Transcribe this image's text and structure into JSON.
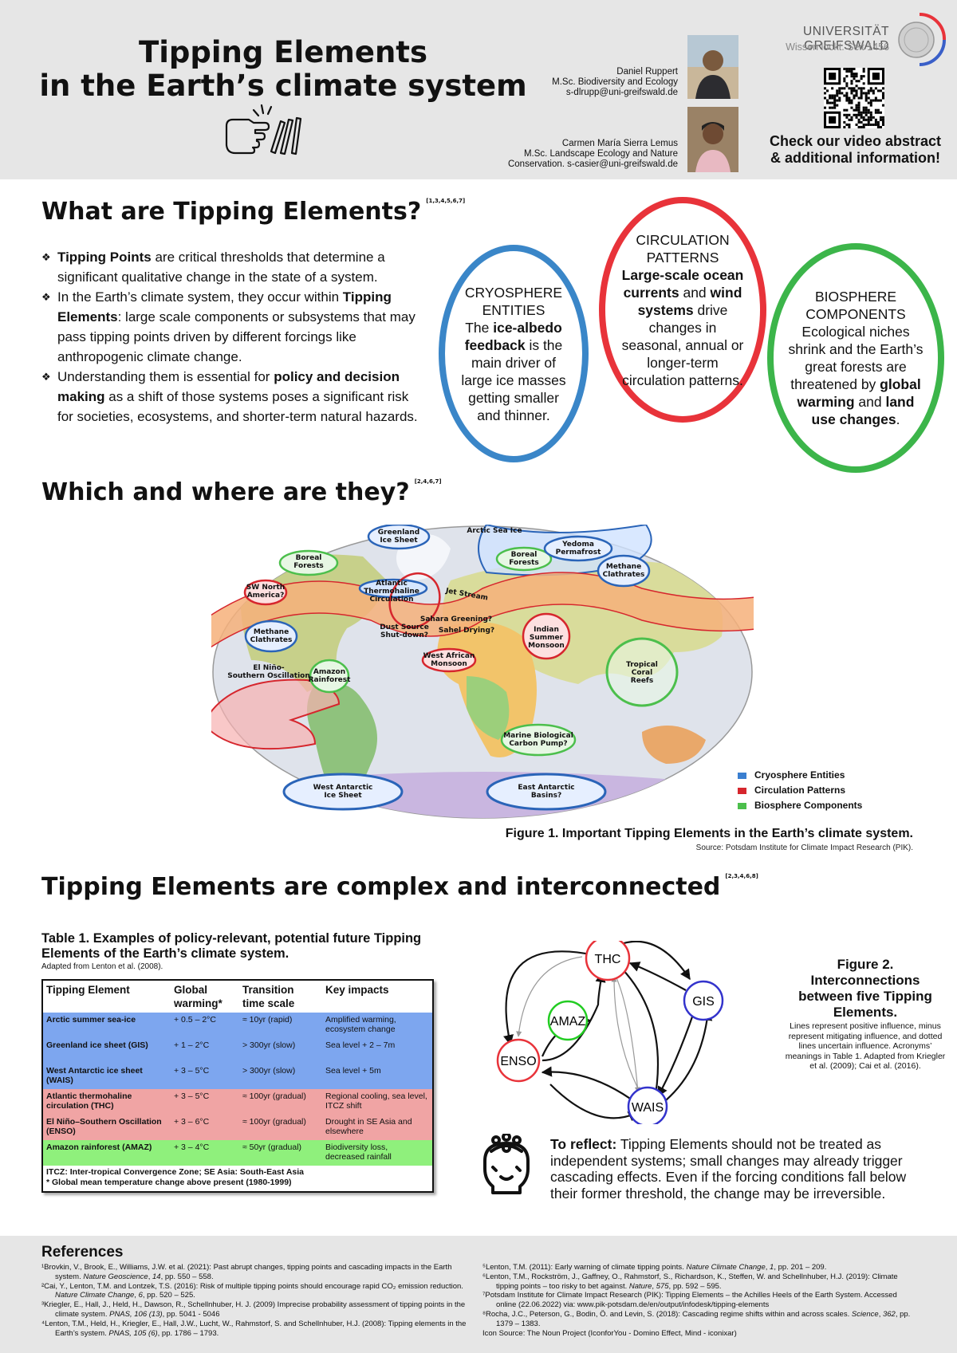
{
  "header": {
    "title_line1": "Tipping Elements",
    "title_line2": "in the Earth’s climate system",
    "icon": "domino-effect-icon",
    "authors": [
      {
        "name": "Daniel Ruppert",
        "program": "M.Sc. Biodiversity and Ecology",
        "email": "s-dlrupp@uni-greifswald.de"
      },
      {
        "name": "Carmen María Sierra Lemus",
        "program": "M.Sc. Landscape Ecology and Nature",
        "email": "Conservation. s-casier@uni-greifswald.de"
      }
    ],
    "university": "UNIVERSITÄT GREIFSWALD",
    "motto": "Wissen lockt. Seit 1456",
    "qr_note_line1": "Check our video abstract",
    "qr_note_line2": "& additional information!"
  },
  "section1": {
    "heading": "What are Tipping Elements?",
    "refs": "[1,3,4,5,6,7]",
    "bullets": [
      {
        "parts": [
          {
            "t": "Tipping Points",
            "b": true
          },
          {
            "t": " are critical thresholds that determine a significant qualitative change in the state of a system.",
            "b": false
          }
        ]
      },
      {
        "parts": [
          {
            "t": "In the Earth’s climate system, they occur within ",
            "b": false
          },
          {
            "t": "Tipping Elements",
            "b": true
          },
          {
            "t": ": large scale components or subsystems that may pass tipping points driven by different forcings like anthropogenic climate change.",
            "b": false
          }
        ]
      },
      {
        "parts": [
          {
            "t": "Understanding them is essential for ",
            "b": false
          },
          {
            "t": "policy and decision making",
            "b": true
          },
          {
            "t": " as a shift of those systems poses a significant risk for societies, ecosystems, and shorter-term natural hazards.",
            "b": false
          }
        ]
      }
    ],
    "ovals": [
      {
        "title": "CRYOSPHERE ENTITIES",
        "color": "#3a86c8",
        "parts": [
          {
            "t": "The ",
            "b": false
          },
          {
            "t": "ice-albedo feedback",
            "b": true
          },
          {
            "t": " is the main driver of large ice masses getting smaller and thinner.",
            "b": false
          }
        ]
      },
      {
        "title": "CIRCULATION PATTERNS",
        "color": "#e8333a",
        "parts": [
          {
            "t": "Large-scale ocean currents",
            "b": true
          },
          {
            "t": " and ",
            "b": false
          },
          {
            "t": "wind systems",
            "b": true
          },
          {
            "t": " drive changes in seasonal, annual or longer-term circulation patterns.",
            "b": false
          }
        ]
      },
      {
        "title": "BIOSPHERE COMPONENTS",
        "color": "#3cb54a",
        "parts": [
          {
            "t": "Ecological niches shrink and the Earth’s great forests are threatened by ",
            "b": false
          },
          {
            "t": "global warming",
            "b": true
          },
          {
            "t": " and ",
            "b": false
          },
          {
            "t": "land use changes",
            "b": true
          },
          {
            "t": ".",
            "b": false
          }
        ]
      }
    ]
  },
  "section2": {
    "heading": "Which and where are they?",
    "refs": "[2,4,6,7]",
    "map_labels": {
      "arctic": "Arctic Sea Ice",
      "greenland": [
        "Greenland",
        "Ice Sheet"
      ],
      "boreal1": [
        "Boreal",
        "Forests"
      ],
      "boreal2": [
        "Boreal",
        "Forests"
      ],
      "yedoma": [
        "Yedoma",
        "Permafrost"
      ],
      "methane1": [
        "Methane",
        "Clathrates"
      ],
      "methane2": [
        "Methane",
        "Clathrates"
      ],
      "swna": [
        "SW North",
        "America?"
      ],
      "amoc": [
        "Atlantic",
        "Thermohaline",
        "Circulation"
      ],
      "jet": "Jet Stream",
      "sahara": "Sahara Greening?",
      "sahel": "Sahel Drying?",
      "dust": [
        "Dust Source",
        "Shut-down?"
      ],
      "wam": [
        "West African",
        "Monsoon"
      ],
      "ism": [
        "Indian",
        "Summer",
        "Monsoon"
      ],
      "enso": [
        "El Niño-",
        "Southern Oscillation"
      ],
      "amazon": [
        "Amazon",
        "Rainforest"
      ],
      "coral": [
        "Tropical",
        "Coral",
        "Reefs"
      ],
      "marine": [
        "Marine Biological",
        "Carbon Pump?"
      ],
      "wais": [
        "West Antarctic",
        "Ice Sheet"
      ],
      "eais": [
        "East Antarctic",
        "Basins?"
      ]
    },
    "legend": [
      {
        "label": "Cryosphere Entities",
        "color": "#3a7fd0"
      },
      {
        "label": "Circulation Patterns",
        "color": "#d6262d"
      },
      {
        "label": "Biosphere Components",
        "color": "#4cbf4c"
      }
    ],
    "caption": "Figure 1. Important Tipping Elements in the Earth’s climate system.",
    "source": "Source: Potsdam Institute for Climate Impact Research (PIK)."
  },
  "section3": {
    "heading": "Tipping Elements are complex and interconnected",
    "refs": "[2,3,4,6,8]",
    "table_title": "Table 1. Examples of policy-relevant, potential future Tipping Elements of the Earth’s climate system.",
    "table_sub": "Adapted from Lenton et al. (2008).",
    "headers": [
      "Tipping Element",
      "Global warming*",
      "Transition time scale",
      "Key impacts"
    ],
    "rows": [
      {
        "cells": [
          "Arctic summer sea-ice",
          "+ 0.5 – 2°C",
          "≈ 10yr (rapid)",
          "Amplified warming, ecosystem change"
        ],
        "color": "#7da6ef"
      },
      {
        "cells": [
          "Greenland ice sheet (GIS)",
          "+ 1 – 2°C",
          "> 300yr (slow)",
          "Sea level + 2 – 7m"
        ],
        "color": "#7da6ef"
      },
      {
        "cells": [
          "West Antarctic ice sheet (WAIS)",
          "+ 3 – 5°C",
          "> 300yr (slow)",
          "Sea level + 5m"
        ],
        "color": "#7da6ef"
      },
      {
        "cells": [
          "Atlantic thermohaline circulation (THC)",
          "+ 3 – 5°C",
          "≈ 100yr (gradual)",
          "Regional cooling, sea level, ITCZ shift"
        ],
        "color": "#f0a4a4"
      },
      {
        "cells": [
          "El Niño–Southern Oscillation (ENSO)",
          "+ 3 – 6°C",
          "≈ 100yr (gradual)",
          "Drought in SE Asia and elsewhere"
        ],
        "color": "#f0a4a4"
      },
      {
        "cells": [
          "Amazon rainforest (AMAZ)",
          "+ 3 – 4°C",
          "≈ 50yr (gradual)",
          "Biodiversity loss, decreased rainfall"
        ],
        "color": "#8ff07c"
      }
    ],
    "table_note1": "ITCZ: Inter-tropical Convergence Zone; SE Asia: South-East Asia",
    "table_note2": "* Global mean temperature change above present (1980-1999)",
    "network": {
      "nodes": [
        {
          "id": "THC",
          "label": "THC",
          "color": "#e8333a"
        },
        {
          "id": "GIS",
          "label": "GIS",
          "color": "#3333cc"
        },
        {
          "id": "AMAZ",
          "label": "AMAZ",
          "color": "#22cc22"
        },
        {
          "id": "ENSO",
          "label": "ENSO",
          "color": "#e8333a"
        },
        {
          "id": "WAIS",
          "label": "WAIS",
          "color": "#3333cc"
        }
      ],
      "minus_sign": "-"
    },
    "fig2_title": "Figure 2. Interconnections between five Tipping Elements.",
    "fig2_desc": "Lines represent positive influence, minus represent mitigating influence, and dotted lines uncertain influence. Acronyms’ meanings in Table 1. Adapted from Kriegler et al. (2009); Cai et al. (2016).",
    "reflect_icon": "mind-icon",
    "reflect_label": "To reflect:",
    "reflect_text": " Tipping Elements should not be treated as independent systems; small changes may already trigger cascading effects. Even if the forcing conditions fall below their former threshold, the change may be irreversible."
  },
  "references": {
    "heading": "References",
    "left": [
      [
        {
          "t": "¹Brovkin, V., Brook, E., Williams, J.W. et al. (2021): Past abrupt changes, tipping points and cascading impacts in the Earth system. "
        },
        {
          "t": "Nature Geoscience",
          "i": true
        },
        {
          "t": ", "
        },
        {
          "t": "14",
          "i": true
        },
        {
          "t": ", pp. 550 – 558."
        }
      ],
      [
        {
          "t": "²Cai, Y., Lenton, T.M. and Lontzek, T.S. (2016): Risk of multiple tipping points should encourage rapid CO₂ emission reduction. "
        },
        {
          "t": "Nature Climate Change",
          "i": true
        },
        {
          "t": ", "
        },
        {
          "t": "6",
          "i": true
        },
        {
          "t": ", pp. 520 – 525."
        }
      ],
      [
        {
          "t": "³Kriegler, E., Hall, J., Held, H., Dawson, R., Schellnhuber, H. J. (2009) Imprecise probability assessment of tipping points in the climate system. "
        },
        {
          "t": "PNAS, 106 (13)",
          "i": true
        },
        {
          "t": ", pp. 5041 - 5046"
        }
      ],
      [
        {
          "t": "⁴Lenton, T.M., Held, H., Kriegler, E., Hall, J.W., Lucht, W., Rahmstorf, S. and Schellnhuber, H.J. (2008): Tipping elements in the Earth’s system. "
        },
        {
          "t": "PNAS, 105 (6)",
          "i": true
        },
        {
          "t": ", pp. 1786 – 1793."
        }
      ]
    ],
    "right": [
      [
        {
          "t": "⁵Lenton, T.M. (2011): Early warning of climate tipping points. "
        },
        {
          "t": "Nature Climate Change",
          "i": true
        },
        {
          "t": ", "
        },
        {
          "t": "1",
          "i": true
        },
        {
          "t": ", pp. 201 – 209."
        }
      ],
      [
        {
          "t": "⁶Lenton, T.M., Rockström, J., Gaffney, O., Rahmstorf, S., Richardson, K., Steffen, W. and Schellnhuber, H.J. (2019): Climate tipping points – too risky to bet against. "
        },
        {
          "t": "Nature",
          "i": true
        },
        {
          "t": ", "
        },
        {
          "t": "575",
          "i": true
        },
        {
          "t": ", pp. 592 – 595."
        }
      ],
      [
        {
          "t": "⁷Potsdam Institute for Climate Impact Research (PIK): Tipping Elements – the Achilles Heels of the Earth System. Accessed online (22.06.2022) via: www.pik-potsdam.de/en/output/infodesk/tipping-elements"
        }
      ],
      [
        {
          "t": "⁸Rocha, J.C., Peterson, G., Bodin, Ö. and Levin, S. (2018): Cascading regime shifts within and across scales. "
        },
        {
          "t": "Science",
          "i": true
        },
        {
          "t": ", "
        },
        {
          "t": "362",
          "i": true
        },
        {
          "t": ", pp. 1379 – 1383."
        }
      ],
      [
        {
          "t": "Icon Source: The Noun Project (IconforYou - Domino Effect, Mind - iconixar)"
        }
      ]
    ]
  }
}
